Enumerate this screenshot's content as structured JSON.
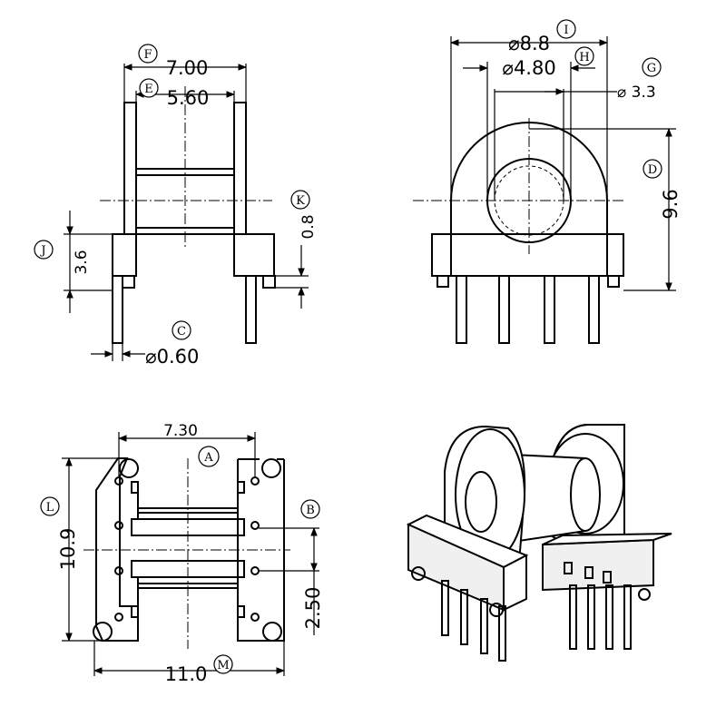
{
  "dimensions": {
    "flange_width": "7.00",
    "inner_width": "5.60",
    "base_height": "3.6",
    "flange_thickness": "0.8",
    "pin_diameter": "⌀0.60",
    "outer_diameter": "⌀8.8",
    "bore_diameter": "⌀4.80",
    "core_diameter": "⌀ 3.3",
    "overall_height": "9.6",
    "pin_row_span": "7.30",
    "body_length": "10.9",
    "pin_pitch": "2.50",
    "overall_width": "11.0"
  },
  "labels": {
    "A": "A",
    "B": "B",
    "C": "C",
    "D": "D",
    "E": "E",
    "F": "F",
    "G": "G",
    "H": "H",
    "I": "I",
    "J": "J",
    "K": "K",
    "L": "L",
    "M": "M"
  }
}
